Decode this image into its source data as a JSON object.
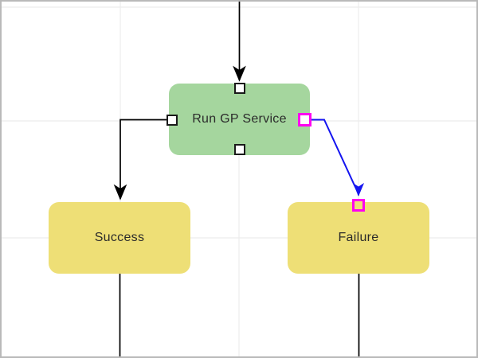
{
  "canvas": {
    "background_color": "#ffffff",
    "border_color": "#b9b9b9",
    "grid_color": "#ececec"
  },
  "nodes": {
    "run_gp_service": {
      "label": "Run GP Service",
      "fill": "#a5d69e"
    },
    "success": {
      "label": "Success",
      "fill": "#eedf76"
    },
    "failure": {
      "label": "Failure",
      "fill": "#eedf76"
    }
  },
  "edges": {
    "normal_color": "#000000",
    "active_color": "#1414f0",
    "items": [
      {
        "id": "incoming-to-run-gp-service",
        "to": "run_gp_service",
        "color": "#000000"
      },
      {
        "id": "run-gp-service-to-success",
        "from": "run_gp_service",
        "to": "success",
        "color": "#000000"
      },
      {
        "id": "run-gp-service-to-failure",
        "from": "run_gp_service",
        "to": "failure",
        "color": "#1414f0",
        "state": "active"
      },
      {
        "id": "success-outgoing",
        "from": "success",
        "color": "#000000"
      },
      {
        "id": "failure-outgoing",
        "from": "failure",
        "color": "#000000"
      }
    ]
  },
  "handles": {
    "default_border_color": "#1a1a1a",
    "active_border_color": "#ff00f0"
  }
}
